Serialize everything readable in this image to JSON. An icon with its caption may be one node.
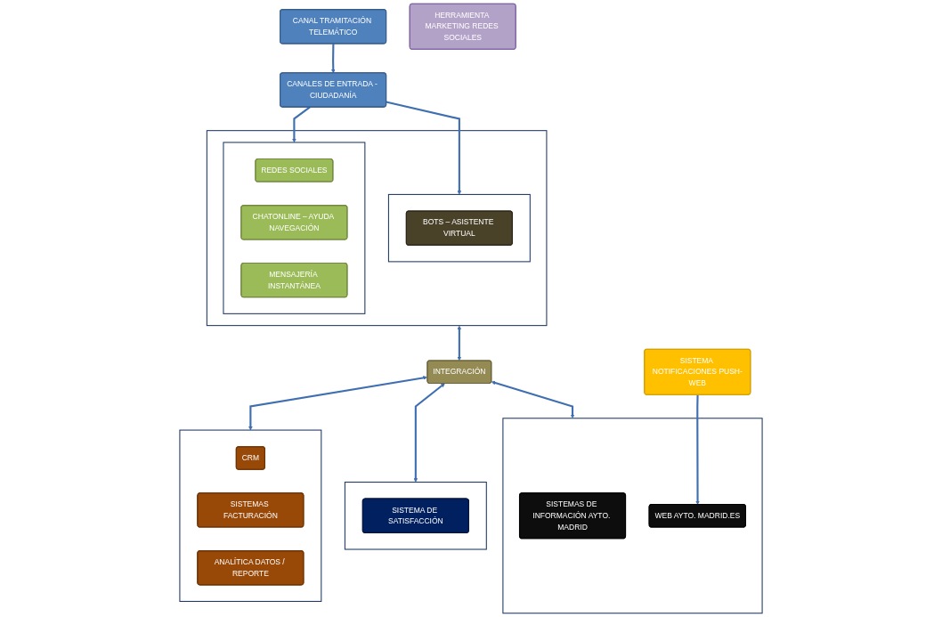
{
  "diagram": {
    "nodes": [
      {
        "text": [
          "CANAL TRAMITACIÓN TELEMÁTICO"
        ]
      },
      {
        "text": [
          "HERRAMIENTA MARKETING REDES SOCIALES"
        ]
      },
      {
        "text": [
          "CANALES DE ENTRADA - CIUDADANÍA"
        ]
      },
      {
        "text": [],
        "shape": "box"
      },
      {
        "text": [],
        "shape": "box",
        "in": 3
      },
      {
        "text": [
          "REDES SOCIALES"
        ],
        "in": 4
      },
      {
        "text": [
          "CHATONLINE – AYUDA NAVEGACIÓN"
        ],
        "in": 4
      },
      {
        "text": [
          "MENSAJERÍA INSTANTÁNEA"
        ],
        "in": 4
      },
      {
        "text": [],
        "shape": "box",
        "in": 3
      },
      {
        "text": [
          "BOTS – ASISTENTE VIRTUAL"
        ],
        "in": 8
      },
      {
        "text": [
          "INTEGRACIÓN"
        ]
      },
      {
        "text": [
          "SISTEMA NOTIFICACIONES PUSH-WEB"
        ]
      },
      {
        "text": [],
        "shape": "box"
      },
      {
        "text": [
          "CRM"
        ],
        "in": 12
      },
      {
        "text": [
          "SISTEMAS FACTURACIÓN"
        ],
        "in": 12
      },
      {
        "text": [
          "ANALÍTICA DATOS / REPORTE"
        ],
        "in": 12
      },
      {
        "text": [],
        "shape": "box"
      },
      {
        "text": [
          "SISTEMA DE SATISFACCIÓN"
        ],
        "in": 16
      },
      {
        "text": [],
        "shape": "box"
      },
      {
        "text": [
          "SISTEMAS DE INFORMACIÓN AYTO. MADRID"
        ],
        "in": 18
      },
      {
        "text": [
          "WEB AYTO. MADRID.ES"
        ],
        "in": 18
      }
    ],
    "edges": [
      {
        "from": 0,
        "to": 2,
        "arrow": "to"
      },
      {
        "from": 2,
        "to": 4,
        "arrow": "to"
      },
      {
        "from": 2,
        "to": 8,
        "arrow": "to"
      },
      {
        "from": 3,
        "to": 10,
        "arrow": "both"
      },
      {
        "from": 10,
        "to": 12,
        "arrow": "both"
      },
      {
        "from": 10,
        "to": 16,
        "arrow": "both"
      },
      {
        "from": 10,
        "to": 18,
        "arrow": "both"
      },
      {
        "from": 11,
        "to": 20,
        "arrow": "to"
      }
    ]
  }
}
